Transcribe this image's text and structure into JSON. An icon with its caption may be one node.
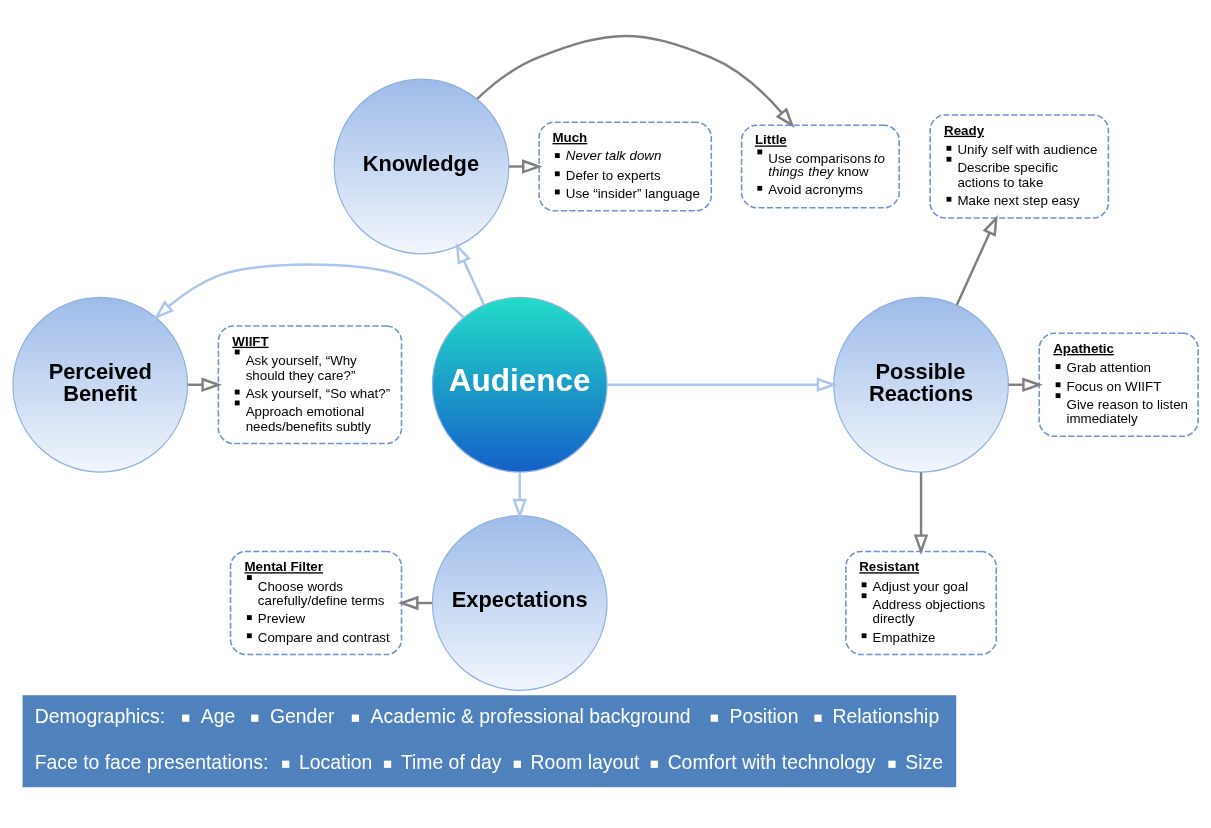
{
  "diagram": {
    "nodes": [
      {
        "text": [
          "Audience"
        ]
      },
      {
        "text": [
          "Knowledge"
        ]
      },
      {
        "text": [
          "Perceived Benefit"
        ]
      },
      {
        "text": [
          "Possible Reactions"
        ]
      },
      {
        "text": [
          "Expectations"
        ]
      },
      {
        "text": [
          "Little",
          "Use comparisons *to things they* know",
          "Avoid acronyms"
        ]
      },
      {
        "text": [
          "Much",
          "Never talk down",
          "Defer to experts",
          "Use “insider” language"
        ]
      },
      {
        "text": [
          "Ready",
          "Unify self with audience",
          "Describe specific actions to take",
          "Make next step easy"
        ]
      },
      {
        "text": [
          "Apathetic",
          "Grab attention",
          "Focus on WIIFT",
          "Give reason to listen immediately"
        ]
      },
      {
        "text": [
          "Resistant",
          "Adjust your goal",
          "Address objections directly",
          "Empathize"
        ]
      },
      {
        "text": [
          "WIIFT",
          "Ask yourself, “Why should they care?”",
          "Ask yourself, “So what?”",
          "Approach emotional needs/benefits subtly"
        ]
      },
      {
        "text": [
          "Mental Filter",
          "Choose words carefully/define terms",
          "Preview",
          "Compare and contrast"
        ]
      }
    ],
    "edges": [
      {
        "from": 0,
        "to": 1,
        "arrow": "to",
        "color": "#a9c6ec"
      },
      {
        "from": 0,
        "to": 2,
        "arrow": "to",
        "color": "#a9c6ec"
      },
      {
        "from": 0,
        "to": 3,
        "arrow": "to",
        "color": "#a9c6ec"
      },
      {
        "from": 0,
        "to": 4,
        "arrow": "to",
        "color": "#a9c6ec"
      },
      {
        "from": 1,
        "to": 5,
        "arrow": "to"
      },
      {
        "from": 1,
        "to": 6,
        "arrow": "to"
      },
      {
        "from": 3,
        "to": 7,
        "arrow": "to"
      },
      {
        "from": 3,
        "to": 8,
        "arrow": "to"
      },
      {
        "from": 3,
        "to": 9,
        "arrow": "to"
      },
      {
        "from": 2,
        "to": 10,
        "arrow": "to"
      },
      {
        "from": 4,
        "to": 11,
        "arrow": "to"
      }
    ],
    "labels": [
      "Demographics:",
      "Age",
      "Gender",
      "Academic & professional background",
      "Position",
      "Relationship",
      "Face to face presentations:",
      "Location",
      "Time of day",
      "Room layout",
      "Comfort with technology",
      "Size"
    ]
  }
}
